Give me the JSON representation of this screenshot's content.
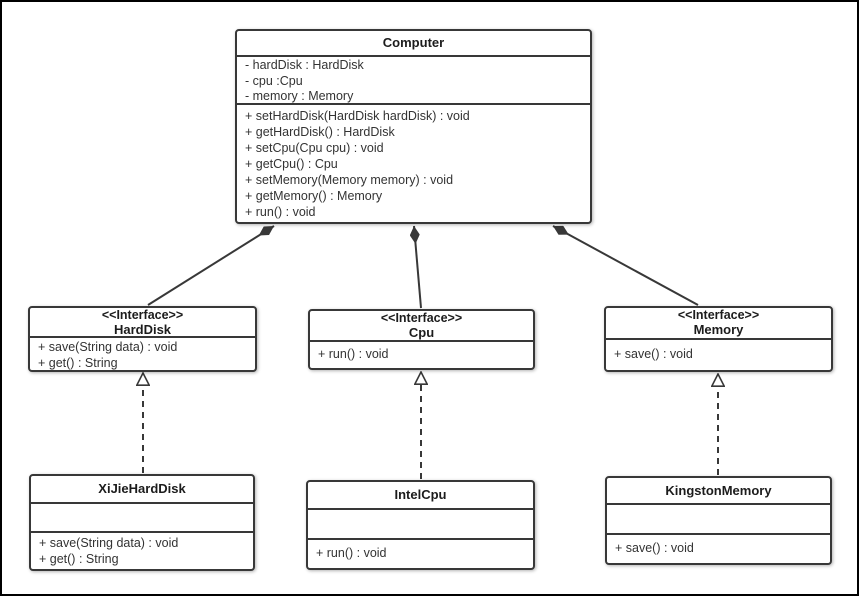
{
  "diagram": {
    "type": "uml-class-diagram",
    "colors": {
      "background": "#ffffff",
      "frame": "#000000",
      "box_fill": "#ffffff",
      "stroke": "#383838",
      "text": "#2e2e2e"
    },
    "classes": [
      {
        "name": "Computer",
        "stereotype": "",
        "attributes": [
          "- hardDisk : HardDisk",
          "- cpu :Cpu",
          "- memory : Memory"
        ],
        "methods": [
          "+ setHardDisk(HardDisk hardDisk) : void",
          "+ getHardDisk() : HardDisk",
          "+ setCpu(Cpu cpu) : void",
          "+ getCpu() : Cpu",
          "+ setMemory(Memory memory) : void",
          "+ getMemory() : Memory",
          "+ run() : void"
        ]
      },
      {
        "name": "HardDisk",
        "stereotype": "<<Interface>>",
        "attributes": [],
        "methods": [
          "+ save(String data) : void",
          "+ get() : String"
        ]
      },
      {
        "name": "Cpu",
        "stereotype": "<<Interface>>",
        "attributes": [],
        "methods": [
          "+ run() : void"
        ]
      },
      {
        "name": "Memory",
        "stereotype": "<<Interface>>",
        "attributes": [],
        "methods": [
          "+ save() : void"
        ]
      },
      {
        "name": "XiJieHardDisk",
        "stereotype": "",
        "attributes": [],
        "methods": [
          "+ save(String data) : void",
          "+ get() : String"
        ]
      },
      {
        "name": "IntelCpu",
        "stereotype": "",
        "attributes": [],
        "methods": [
          "+ run() : void"
        ]
      },
      {
        "name": "KingstonMemory",
        "stereotype": "",
        "attributes": [],
        "methods": [
          "+ save() : void"
        ]
      }
    ],
    "relations": [
      {
        "from": "Computer",
        "to": "HardDisk",
        "type": "composition"
      },
      {
        "from": "Computer",
        "to": "Cpu",
        "type": "composition"
      },
      {
        "from": "Computer",
        "to": "Memory",
        "type": "composition"
      },
      {
        "from": "XiJieHardDisk",
        "to": "HardDisk",
        "type": "realization"
      },
      {
        "from": "IntelCpu",
        "to": "Cpu",
        "type": "realization"
      },
      {
        "from": "KingstonMemory",
        "to": "Memory",
        "type": "realization"
      }
    ]
  }
}
